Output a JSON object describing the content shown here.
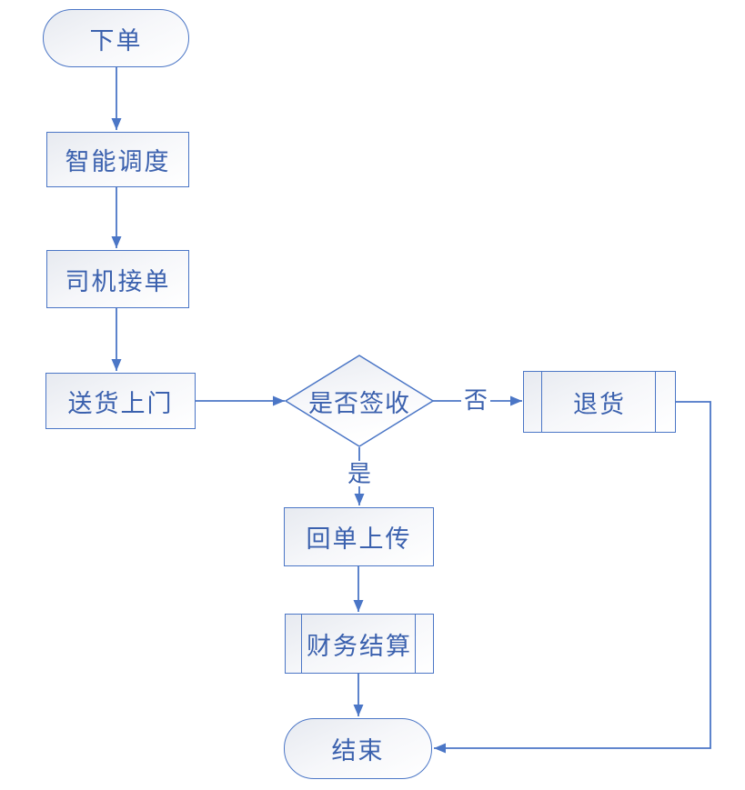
{
  "flowchart": {
    "description": "Logistics order delivery flowchart",
    "colors": {
      "line": "#4b76c6",
      "text": "#3b61ae",
      "node_fill_top": "#e7eaf0",
      "node_fill_bottom": "#ffffff",
      "background": "#ffffff"
    },
    "nodes": {
      "start": {
        "label": "下单",
        "type": "terminator"
      },
      "dispatch": {
        "label": "智能调度",
        "type": "process"
      },
      "driver_accept": {
        "label": "司机接单",
        "type": "process"
      },
      "delivery": {
        "label": "送货上门",
        "type": "process"
      },
      "sign_decision": {
        "label": "是否签收",
        "type": "decision"
      },
      "return_goods": {
        "label": "退货",
        "type": "predefined_process"
      },
      "receipt_upload": {
        "label": "回单上传",
        "type": "process"
      },
      "settlement": {
        "label": "财务结算",
        "type": "predefined_process"
      },
      "end": {
        "label": "结束",
        "type": "terminator"
      }
    },
    "edge_labels": {
      "no": "否",
      "yes": "是"
    },
    "edges": [
      {
        "from": "start",
        "to": "dispatch",
        "label": ""
      },
      {
        "from": "dispatch",
        "to": "driver_accept",
        "label": ""
      },
      {
        "from": "driver_accept",
        "to": "delivery",
        "label": ""
      },
      {
        "from": "delivery",
        "to": "sign_decision",
        "label": ""
      },
      {
        "from": "sign_decision",
        "to": "return_goods",
        "label": "否"
      },
      {
        "from": "sign_decision",
        "to": "receipt_upload",
        "label": "是"
      },
      {
        "from": "receipt_upload",
        "to": "settlement",
        "label": ""
      },
      {
        "from": "settlement",
        "to": "end",
        "label": ""
      },
      {
        "from": "return_goods",
        "to": "end",
        "label": ""
      }
    ]
  }
}
